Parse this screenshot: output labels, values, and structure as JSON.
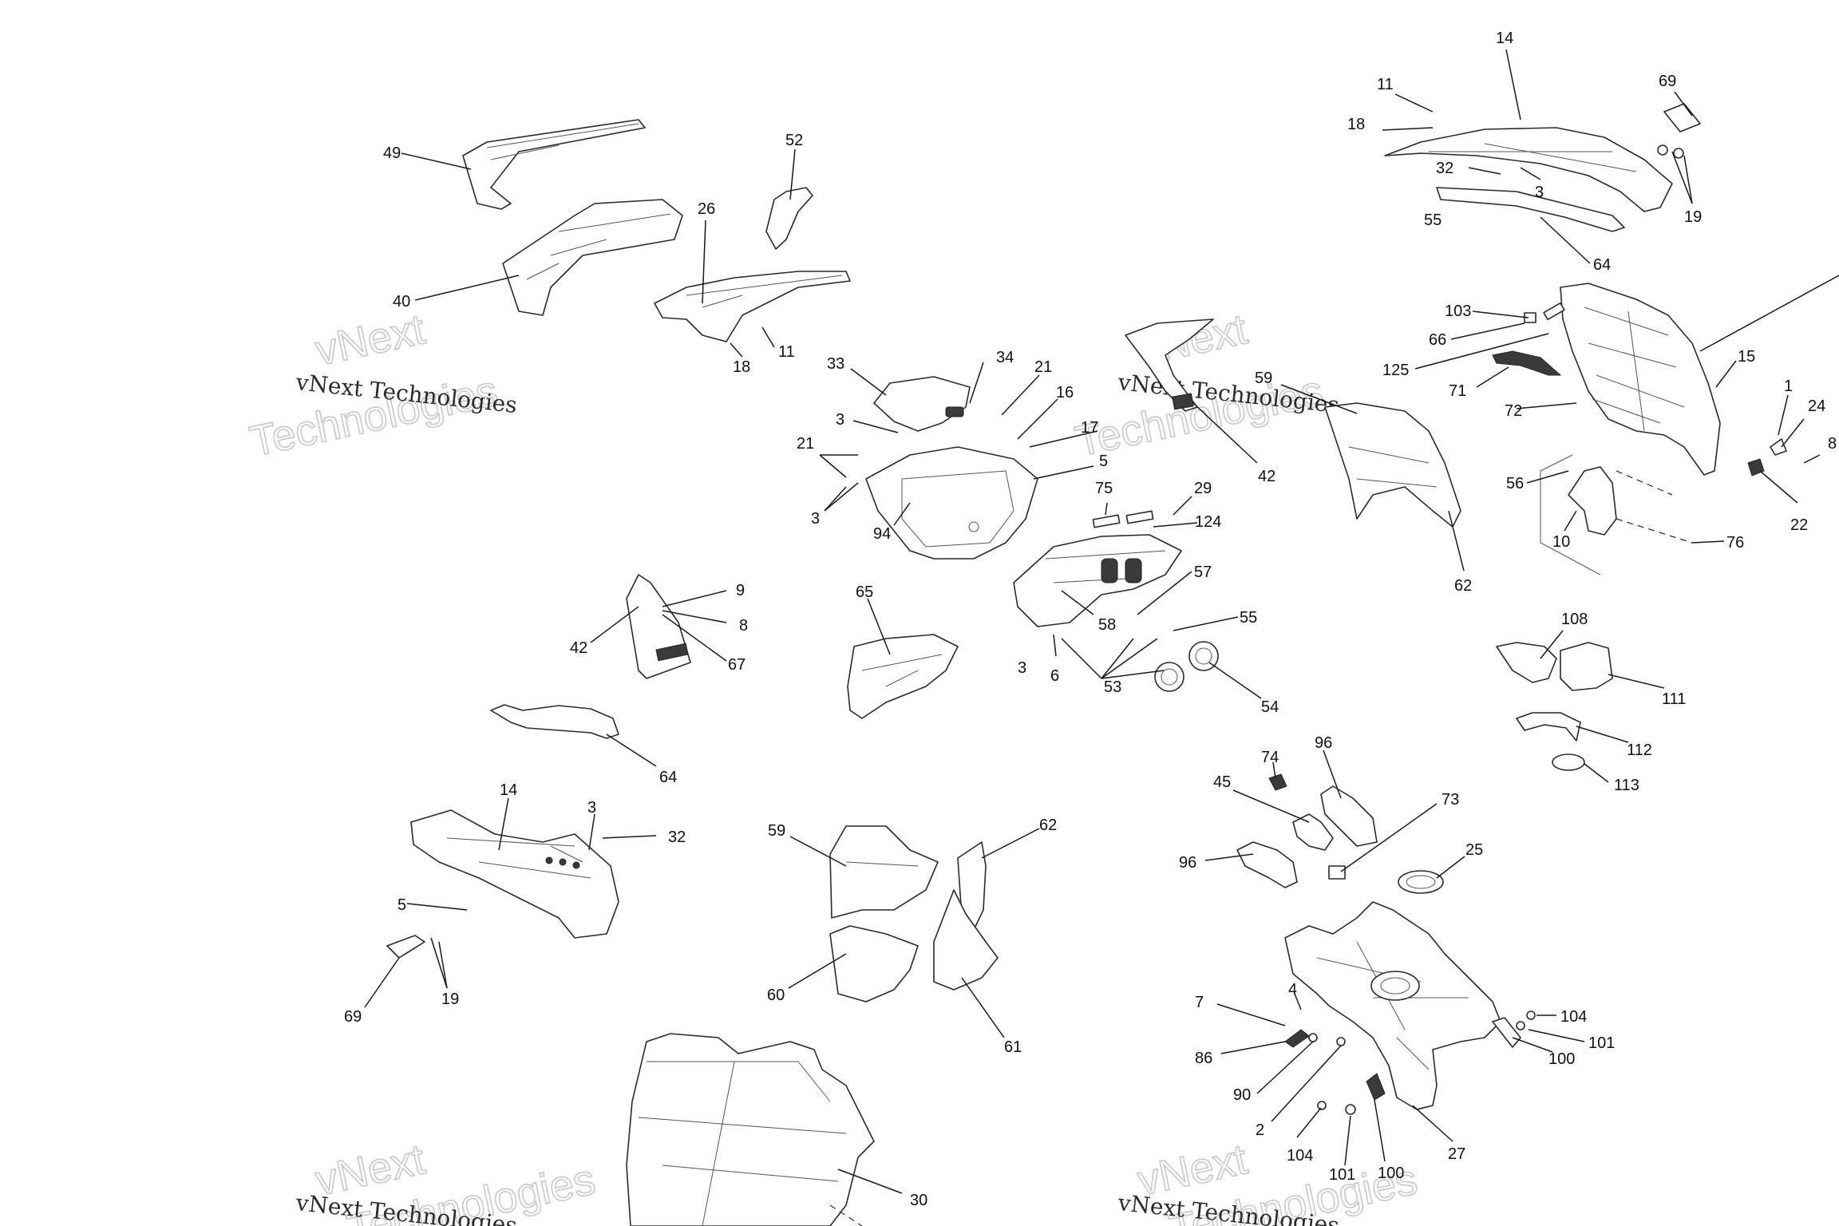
{
  "watermark": {
    "brand": "vNext",
    "word": "Technologies",
    "full": "vNext Technologies"
  },
  "callouts": [
    "49",
    "40",
    "26",
    "52",
    "11",
    "18",
    "33",
    "34",
    "21",
    "16",
    "17",
    "5",
    "3",
    "21",
    "3",
    "94",
    "75",
    "29",
    "124",
    "57",
    "55",
    "58",
    "3",
    "6",
    "53",
    "54",
    "65",
    "9",
    "8",
    "42",
    "67",
    "64",
    "14",
    "3",
    "32",
    "5",
    "19",
    "69",
    "59",
    "62",
    "60",
    "61",
    "30",
    "14",
    "11",
    "18",
    "32",
    "3",
    "55",
    "64",
    "69",
    "19",
    "42",
    "59",
    "103",
    "66",
    "125",
    "71",
    "72",
    "15",
    "1",
    "24",
    "8",
    "22",
    "56",
    "10",
    "76",
    "62",
    "108",
    "111",
    "112",
    "113",
    "74",
    "96",
    "45",
    "73",
    "96",
    "25",
    "4",
    "7",
    "86",
    "90",
    "2",
    "104",
    "101",
    "100",
    "27",
    "104",
    "101",
    "100"
  ]
}
